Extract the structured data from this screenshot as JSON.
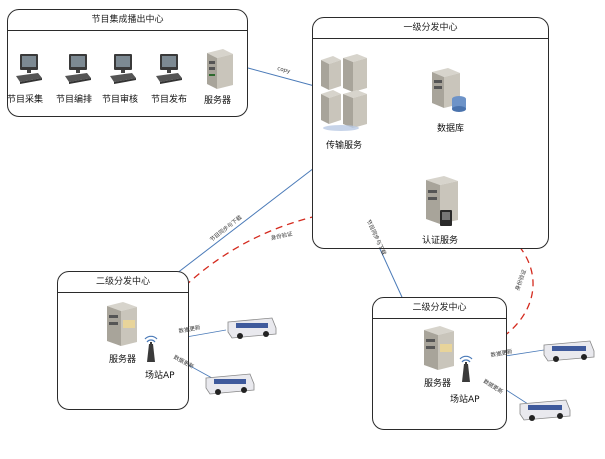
{
  "top_box": {
    "title": "节目集成播出中心",
    "pcs": [
      "节目采集",
      "节目编排",
      "节目审核",
      "节目发布"
    ],
    "server": "服务器"
  },
  "level1": {
    "title": "一级分发中心",
    "transfer": "传输服务",
    "database": "数据库",
    "auth": "认证服务"
  },
  "level2_left": {
    "title": "二级分发中心",
    "server": "服务器",
    "ap": "场站AP"
  },
  "level2_right": {
    "title": "二级分发中心",
    "server": "服务器",
    "ap": "场站AP"
  },
  "edge_labels": {
    "copy": "copy",
    "download_left": "节目同步与下载",
    "download_right": "节目同步与下载",
    "auth_left": "身份验证",
    "auth_right": "身份验证",
    "data_update_1": "数据更新",
    "data_update_2": "数据更新",
    "data_update_3": "数据更新",
    "data_update_4": "数据更新"
  },
  "colors": {
    "blue_line": "#4a7ab8",
    "red_dash": "#d42a1e",
    "border": "#2b2b2b"
  }
}
